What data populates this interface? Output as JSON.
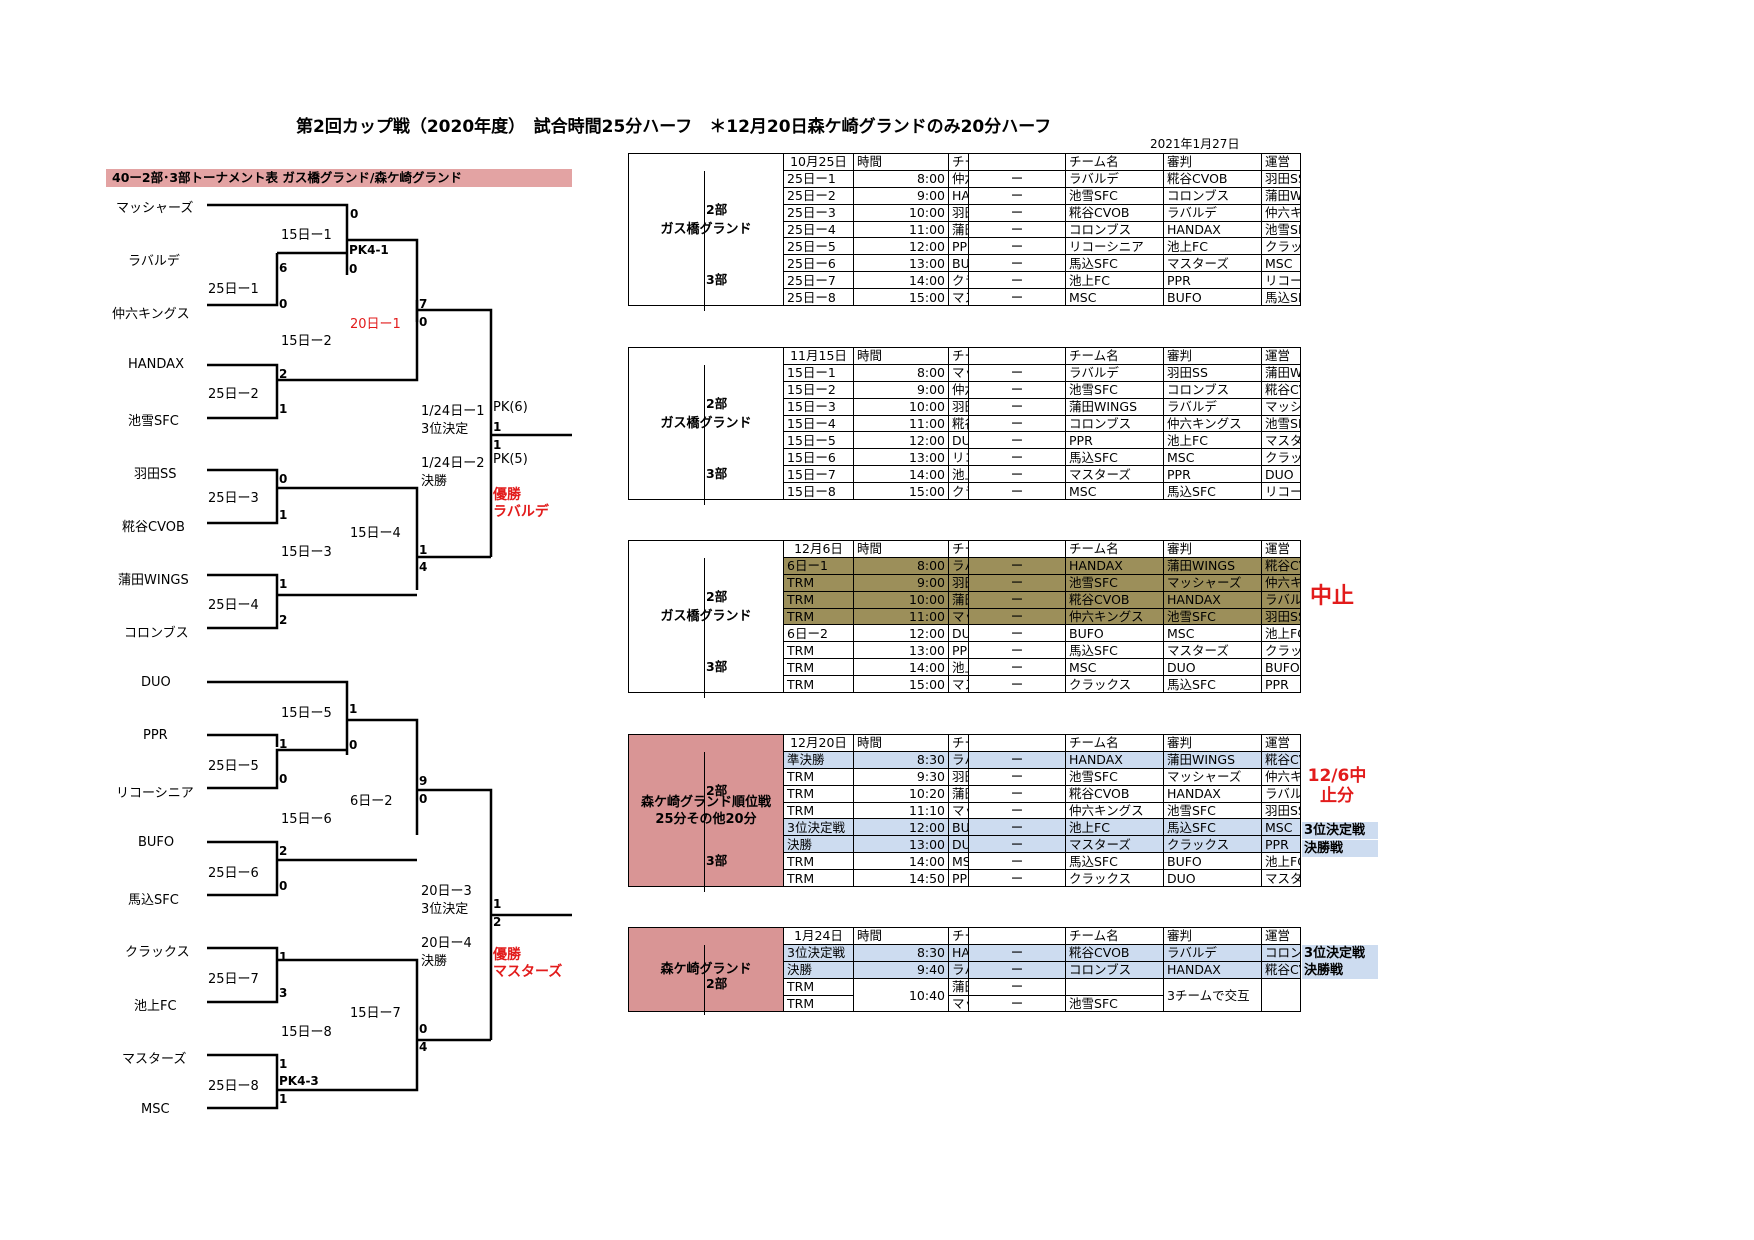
{
  "header": {
    "title": "第2回カップ戦（2020年度）　試合時間25分ハーフ　＊12月20日森ケ崎グランドのみ20分ハーフ",
    "date": "2021年1月27日"
  },
  "bracket": {
    "title": "40ー2部･3部トーナメント表 ガス橋グランド/森ケ崎グランド",
    "teams": [
      "マッシャーズ",
      "ラバルデ",
      "仲六キングス",
      "HANDAX",
      "池雪SFC",
      "羽田SS",
      "糀谷CVOB",
      "蒲田WINGS",
      "コロンブス",
      "DUO",
      "PPR",
      "リコーシニア",
      "BUFO",
      "馬込SFC",
      "クラックス",
      "池上FC",
      "マスターズ",
      "MSC"
    ],
    "matches": {
      "m25_1": "25日ー1",
      "m25_2": "25日ー2",
      "m25_3": "25日ー3",
      "m25_4": "25日ー4",
      "m25_5": "25日ー5",
      "m25_6": "25日ー6",
      "m25_7": "25日ー7",
      "m25_8": "25日ー8",
      "m15_1": "15日ー1",
      "m15_2": "15日ー2",
      "m15_3": "15日ー3",
      "m15_4": "15日ー4",
      "m15_5": "15日ー5",
      "m15_6": "15日ー6",
      "m15_7": "15日ー7",
      "m15_8": "15日ー8",
      "m20_1": "20日ー1",
      "m6_2": "6日ー2",
      "m124_1": "1/24日ー1",
      "m124_1b": "3位決定",
      "m124_2": "1/24日ー2",
      "m124_2b": "決勝",
      "m20_3": "20日ー3",
      "m20_3b": "3位決定",
      "m20_4": "20日ー4",
      "m20_4b": "決勝",
      "pk6": "PK(6)",
      "pk5": "PK(5)"
    },
    "scores": {
      "s1": "0",
      "s2": "6",
      "s3": "0",
      "s4": "2",
      "s5": "1",
      "s6": "0",
      "s7": "1",
      "s8": "1",
      "s9": "2",
      "s10": "PK4-1",
      "s11": "0",
      "s12": "7",
      "s13": "0",
      "s14": "1",
      "s15": "4",
      "s16": "1",
      "s17": "1",
      "s18": "1",
      "s19": "1",
      "s20": "0",
      "s21": "2",
      "s22": "0",
      "s23": "1",
      "s24": "3",
      "s25": "1",
      "s26": "PK4-3",
      "s27": "1",
      "s28": "0",
      "s29": "9",
      "s30": "0",
      "s31": "0",
      "s32": "4",
      "s33": "1",
      "s34": "2"
    },
    "champion1": [
      "優勝",
      "ラバルデ"
    ],
    "champion2": [
      "優勝",
      "マスターズ"
    ]
  },
  "schedules": [
    {
      "venue": "ガス橋グランド",
      "date": "10月25日",
      "headers": [
        "時間",
        "チーム名",
        "チーム名",
        "審判",
        "運営"
      ],
      "divs": [
        "2部",
        "3部"
      ],
      "rows": [
        [
          "25日ー1",
          "8:00",
          "仲六キングス",
          "ー",
          "ラバルデ",
          "糀谷CVOB",
          "羽田SS"
        ],
        [
          "25日ー2",
          "9:00",
          "HANDAX",
          "ー",
          "池雪SFC",
          "コロンブス",
          "蒲田WINGS"
        ],
        [
          "25日ー3",
          "10:00",
          "羽田SS",
          "ー",
          "糀谷CVOB",
          "ラバルデ",
          "仲六キングス"
        ],
        [
          "25日ー4",
          "11:00",
          "蒲田WINGS",
          "ー",
          "コロンブス",
          "HANDAX",
          "池雪SFC"
        ],
        [
          "25日ー5",
          "12:00",
          "PPR",
          "ー",
          "リコーシニア",
          "池上FC",
          "クラックス"
        ],
        [
          "25日ー6",
          "13:00",
          "BUFO",
          "ー",
          "馬込SFC",
          "マスターズ",
          "MSC"
        ],
        [
          "25日ー7",
          "14:00",
          "クラックス",
          "ー",
          "池上FC",
          "PPR",
          "リコーシニア"
        ],
        [
          "25日ー8",
          "15:00",
          "マスターズ",
          "ー",
          "MSC",
          "BUFO",
          "馬込SFC"
        ]
      ]
    },
    {
      "venue": "ガス橋グランド",
      "date": "11月15日",
      "headers": [
        "時間",
        "チーム名",
        "チーム名",
        "審判",
        "運営"
      ],
      "divs": [
        "2部",
        "3部"
      ],
      "rows": [
        [
          "15日ー1",
          "8:00",
          "マッシャーズ",
          "ー",
          "ラバルデ",
          "羽田SS",
          "蒲田WINGS"
        ],
        [
          "15日ー2",
          "9:00",
          "仲六キングス",
          "ー",
          "池雪SFC",
          "コロンブス",
          "糀谷CVOB"
        ],
        [
          "15日ー3",
          "10:00",
          "羽田SS",
          "ー",
          "蒲田WINGS",
          "ラバルデ",
          "マッシャーズ"
        ],
        [
          "15日ー4",
          "11:00",
          "糀谷CVOB",
          "ー",
          "コロンブス",
          "仲六キングス",
          "池雪SFC"
        ],
        [
          "15日ー5",
          "12:00",
          "DUO",
          "ー",
          "PPR",
          "池上FC",
          "マスターズ"
        ],
        [
          "15日ー6",
          "13:00",
          "リコーシニア",
          "ー",
          "馬込SFC",
          "MSC",
          "クラックス"
        ],
        [
          "15日ー7",
          "14:00",
          "池上FC",
          "ー",
          "マスターズ",
          "PPR",
          "DUO"
        ],
        [
          "15日ー8",
          "15:00",
          "クラックス",
          "ー",
          "MSC",
          "馬込SFC",
          "リコーシニア"
        ]
      ]
    },
    {
      "venue": "ガス橋グランド",
      "date": "12月6日",
      "headers": [
        "時間",
        "チーム名",
        "チーム名",
        "審判",
        "運営"
      ],
      "divs": [
        "2部",
        "3部"
      ],
      "note": "中止",
      "rows": [
        [
          "6日ー1",
          "8:00",
          "ラバルデ",
          "ー",
          "HANDAX",
          "蒲田WINGS",
          "糀谷CVOB"
        ],
        [
          "TRM",
          "9:00",
          "羽田SS",
          "ー",
          "池雪SFC",
          "マッシャーズ",
          "仲六キングス"
        ],
        [
          "TRM",
          "10:00",
          "蒲田WINGS",
          "ー",
          "糀谷CVOB",
          "HANDAX",
          "ラバルデ"
        ],
        [
          "TRM",
          "11:00",
          "マッシャーズ",
          "ー",
          "仲六キングス",
          "池雪SFC",
          "羽田SS"
        ],
        [
          "6日ー2",
          "12:00",
          "DUO",
          "ー",
          "BUFO",
          "MSC",
          "池上FC"
        ],
        [
          "TRM",
          "13:00",
          "PPR",
          "ー",
          "馬込SFC",
          "マスターズ",
          "クラックス"
        ],
        [
          "TRM",
          "14:00",
          "池上FC",
          "ー",
          "MSC",
          "DUO",
          "BUFO"
        ],
        [
          "TRM",
          "15:00",
          "マスターズ",
          "ー",
          "クラックス",
          "馬込SFC",
          "PPR"
        ]
      ]
    },
    {
      "venue": "森ケ崎グランド順位戦25分その他20分",
      "date": "12月20日",
      "headers": [
        "時間",
        "チーム名",
        "チーム名",
        "審判",
        "運営"
      ],
      "divs": [
        "2部",
        "3部"
      ],
      "note": "12/6中止分",
      "side": [
        "3位決定戦",
        "決勝戦"
      ],
      "rows": [
        [
          "準決勝",
          "8:30",
          "ラバルデ",
          "ー",
          "HANDAX",
          "蒲田WINGS",
          "糀谷CVOB"
        ],
        [
          "TRM",
          "9:30",
          "羽田SS",
          "ー",
          "池雪SFC",
          "マッシャーズ",
          "仲六キングス"
        ],
        [
          "TRM",
          "10:20",
          "蒲田WINGS",
          "ー",
          "糀谷CVOB",
          "HANDAX",
          "ラバルデ"
        ],
        [
          "TRM",
          "11:10",
          "マッシャーズ",
          "ー",
          "仲六キングス",
          "池雪SFC",
          "羽田SS"
        ],
        [
          "3位決定戦",
          "12:00",
          "BUFO",
          "ー",
          "池上FC",
          "馬込SFC",
          "MSC"
        ],
        [
          "決勝",
          "13:00",
          "DUO",
          "ー",
          "マスターズ",
          "クラックス",
          "PPR"
        ],
        [
          "TRM",
          "14:00",
          "MSC",
          "ー",
          "馬込SFC",
          "BUFO",
          "池上FC"
        ],
        [
          "TRM",
          "14:50",
          "PPR",
          "ー",
          "クラックス",
          "DUO",
          "マスターズ"
        ]
      ]
    },
    {
      "venue": "森ケ崎グランド",
      "date": "1月24日",
      "headers": [
        "時間",
        "チーム名",
        "チーム名",
        "審判",
        "運営"
      ],
      "divs": [
        "2部"
      ],
      "side": [
        "3位決定戦",
        "決勝戦"
      ],
      "rows": [
        [
          "3位決定戦",
          "8:30",
          "HANDAX",
          "ー",
          "糀谷CVOB",
          "ラバルデ",
          "コロンブス"
        ],
        [
          "決勝",
          "9:40",
          "ラバルデ",
          "ー",
          "コロンブス",
          "HANDAX",
          "糀谷CVOB"
        ],
        [
          "TRM",
          "10:40",
          "蒲田WINGS",
          "ー",
          "",
          "3チームで交互",
          ""
        ],
        [
          "TRM",
          "",
          "マッシャーズ",
          "ー",
          "池雪SFC",
          "",
          ""
        ]
      ]
    }
  ]
}
